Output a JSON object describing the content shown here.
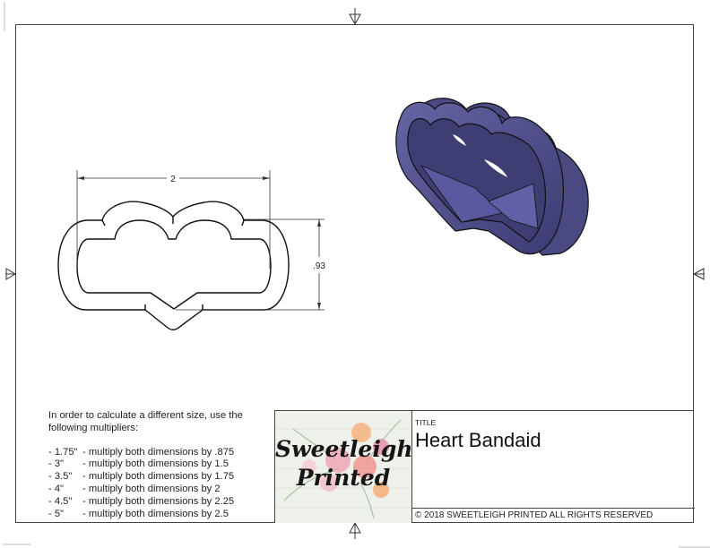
{
  "drawing": {
    "dimensions": {
      "width": "2",
      "height": ".93"
    },
    "views": [
      "2d-outline",
      "3d-isometric"
    ],
    "render_color": "#4b4a86"
  },
  "notes": {
    "intro": "In order to calculate a different size, use the following multipliers:",
    "multipliers": [
      {
        "size": "- 1.75\"",
        "text": "- multiply both dimensions by .875"
      },
      {
        "size": "- 3\"",
        "text": "- multiply both dimensions by 1.5"
      },
      {
        "size": "- 3.5\"",
        "text": "- multiply both dimensions by 1.75"
      },
      {
        "size": "- 4\"",
        "text": "- multiply both dimensions by 2"
      },
      {
        "size": "- 4.5\"",
        "text": "- multiply both dimensions by 2.25"
      },
      {
        "size": "- 5\"",
        "text": "- multiply both dimensions by 2.5"
      }
    ]
  },
  "titleblock": {
    "logo_line1": "Sweetleigh",
    "logo_line2": "Printed",
    "title_label": "TITLE",
    "title": "Heart Bandaid",
    "copyright": "© 2018  SWEETLEIGH PRINTED  ALL RIGHTS RESERVED"
  }
}
